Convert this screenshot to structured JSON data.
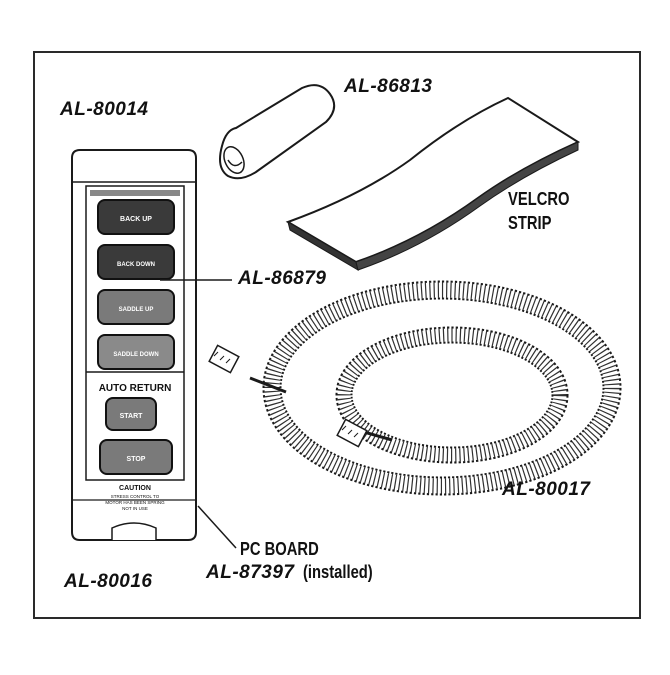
{
  "labels": {
    "remote": "AL-80014",
    "sleeve": "AL-86813",
    "membrane": "AL-86879",
    "endcap": "AL-80016",
    "cord": "AL-80017",
    "velcro_line1": "VELCRO",
    "velcro_line2": "STRIP",
    "pcboard_line1": "PC BOARD",
    "pcboard_part": "AL-87397",
    "pcboard_note": "(installed)"
  },
  "remote": {
    "buttons": [
      "BACK UP",
      "BACK DOWN",
      "SADDLE UP",
      "SADDLE DOWN"
    ],
    "auto_return": "AUTO RETURN",
    "start": "START",
    "stop": "STOP",
    "caution_title": "CAUTION",
    "caution_text": [
      "STRESS CONTROL TO",
      "MOTOR HAS BEEN SPRING",
      "NOT IN USE"
    ]
  },
  "colors": {
    "line": "#1a1a1a",
    "button_dark": "#3a3a3a",
    "button_mid": "#7a7a7a",
    "paper": "#ffffff"
  }
}
